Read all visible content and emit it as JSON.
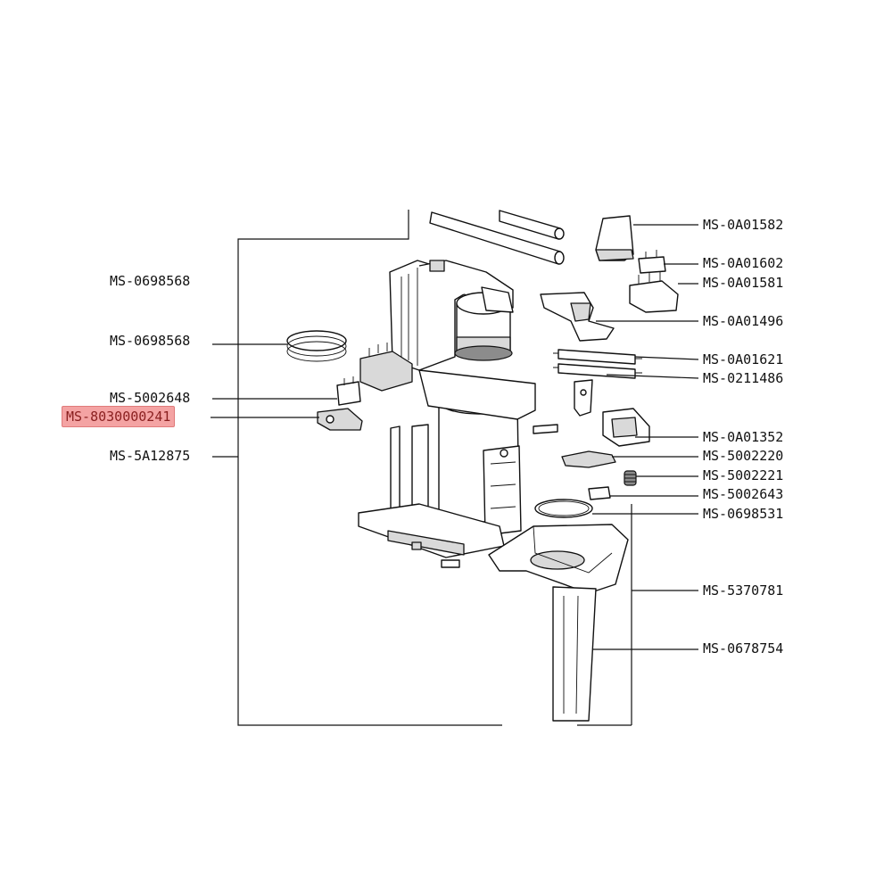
{
  "diagram": {
    "labels_left": [
      {
        "id": "l1",
        "text": "MS-0698568"
      },
      {
        "id": "l2",
        "text": "MS-0698568"
      },
      {
        "id": "l3",
        "text": "MS-5002648"
      },
      {
        "id": "l4",
        "text": "MS-8030000241",
        "highlighted": true
      },
      {
        "id": "l5",
        "text": "MS-5A12875"
      }
    ],
    "labels_right": [
      {
        "id": "r1",
        "text": "MS-0A01582"
      },
      {
        "id": "r2",
        "text": "MS-0A01602"
      },
      {
        "id": "r3",
        "text": "MS-0A01581"
      },
      {
        "id": "r4",
        "text": "MS-0A01496"
      },
      {
        "id": "r5",
        "text": "MS-0A01621"
      },
      {
        "id": "r6",
        "text": "MS-0211486"
      },
      {
        "id": "r7",
        "text": "MS-0A01352"
      },
      {
        "id": "r8",
        "text": "MS-5002220"
      },
      {
        "id": "r9",
        "text": "MS-5002221"
      },
      {
        "id": "r10",
        "text": "MS-5002643"
      },
      {
        "id": "r11",
        "text": "MS-0698531"
      },
      {
        "id": "r12",
        "text": "MS-5370781"
      },
      {
        "id": "r13",
        "text": "MS-0678754"
      }
    ],
    "colors": {
      "highlight_fill": "#f4a3a3",
      "highlight_text": "#8a1f1f",
      "line": "#111111"
    }
  }
}
